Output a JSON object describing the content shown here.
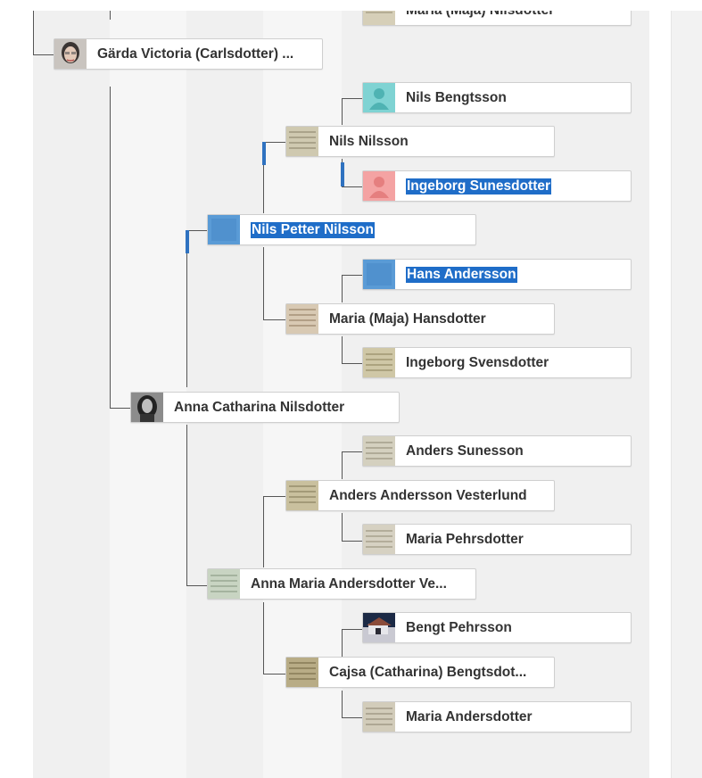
{
  "people": {
    "maria_maja_nilsdotter": "Maria (Maja) Nilsdotter",
    "garda_victoria": "Gärda Victoria (Carlsdotter) ...",
    "nils_bengtsson": "Nils Bengtsson",
    "nils_nilsson": "Nils Nilsson",
    "ingeborg_sunesdotter": "Ingeborg Sunesdotter",
    "nils_petter_nilsson": "Nils Petter Nilsson",
    "hans_andersson": "Hans Andersson",
    "maria_maja_hansdotter": "Maria (Maja) Hansdotter",
    "ingeborg_svensdotter": "Ingeborg Svensdotter",
    "anna_catharina_nilsdotter": "Anna Catharina Nilsdotter",
    "anders_sunesson": "Anders Sunesson",
    "anders_andersson_vesterlund": "Anders Andersson Vesterlund",
    "maria_pehrsdotter": "Maria Pehrsdotter",
    "anna_maria_andersdotter": "Anna Maria Andersdotter Ve...",
    "bengt_pehrsson": "Bengt Pehrsson",
    "cajsa_bengtsdotter": "Cajsa (Catharina) Bengtsdot...",
    "maria_andersdotter": "Maria Andersdotter"
  },
  "colors": {
    "selection": "#1f6dc8",
    "connector": "#555555",
    "marker": "#2f72c0",
    "male_placeholder": "#7fd3d3",
    "female_placeholder": "#f4a3a3"
  }
}
